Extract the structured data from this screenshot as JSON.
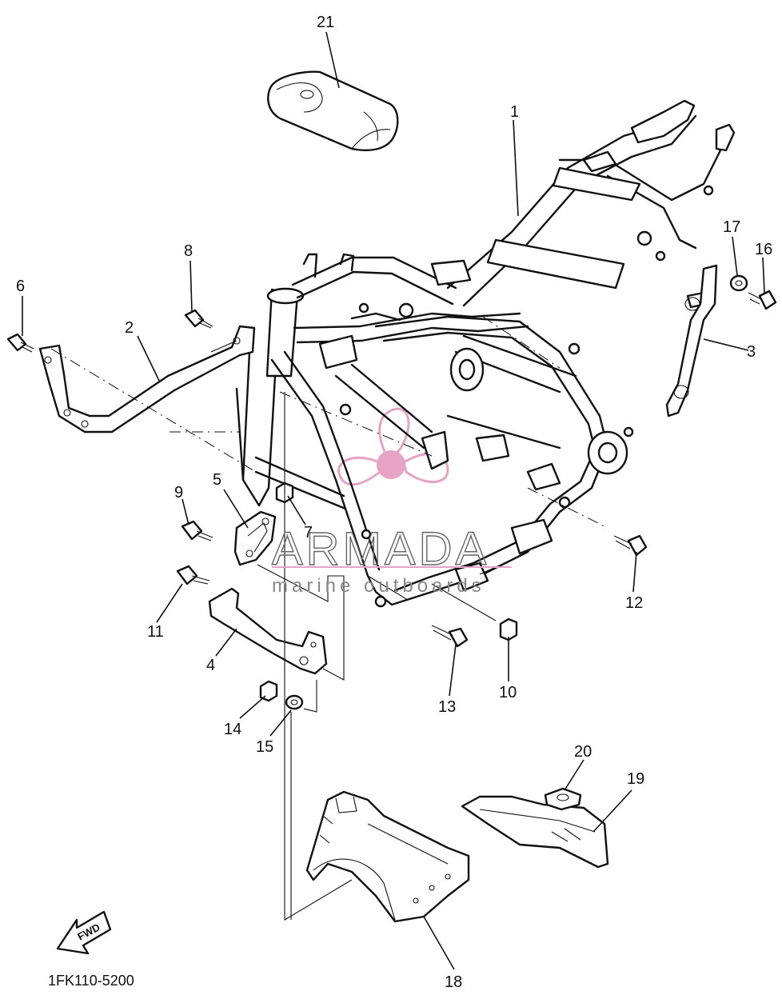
{
  "diagram": {
    "code": "1FK110-5200",
    "fwd_label": "FWD",
    "watermark": {
      "brand": "ARMADA",
      "tagline": "marine outboards",
      "logo_color": "#e6a3c6"
    },
    "callouts": [
      {
        "id": "c1",
        "label": "1"
      },
      {
        "id": "c2",
        "label": "2"
      },
      {
        "id": "c3",
        "label": "3"
      },
      {
        "id": "c4",
        "label": "4"
      },
      {
        "id": "c5",
        "label": "5"
      },
      {
        "id": "c6",
        "label": "6"
      },
      {
        "id": "c7",
        "label": "7"
      },
      {
        "id": "c8",
        "label": "8"
      },
      {
        "id": "c9",
        "label": "9"
      },
      {
        "id": "c10",
        "label": "10"
      },
      {
        "id": "c11",
        "label": "11"
      },
      {
        "id": "c12",
        "label": "12"
      },
      {
        "id": "c13",
        "label": "13"
      },
      {
        "id": "c14",
        "label": "14"
      },
      {
        "id": "c15",
        "label": "15"
      },
      {
        "id": "c16",
        "label": "16"
      },
      {
        "id": "c17",
        "label": "17"
      },
      {
        "id": "c18",
        "label": "18"
      },
      {
        "id": "c19",
        "label": "19"
      },
      {
        "id": "c20",
        "label": "20"
      },
      {
        "id": "c21",
        "label": "21"
      }
    ]
  }
}
